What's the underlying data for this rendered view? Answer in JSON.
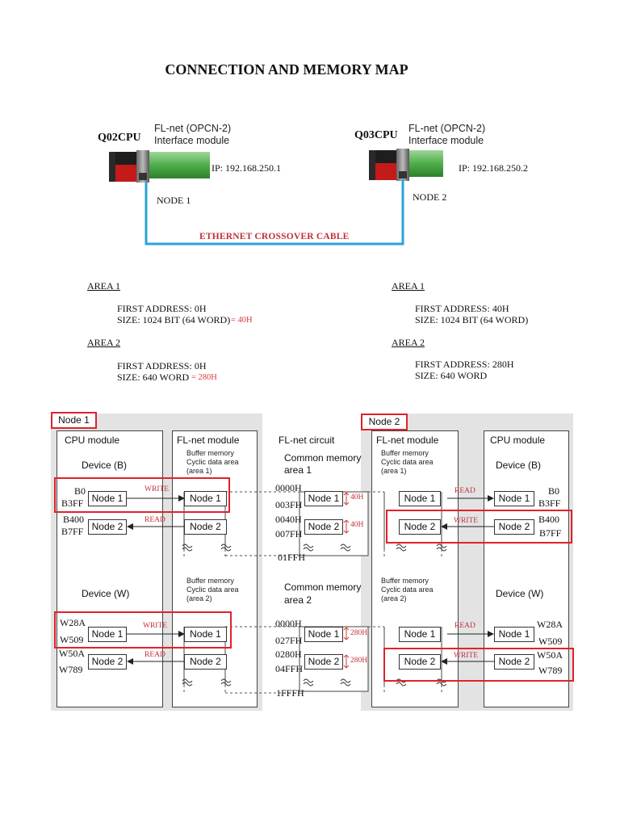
{
  "title": "CONNECTION AND MEMORY MAP",
  "top": {
    "left": {
      "cpu": "Q02CPU",
      "module_line1": "FL-net (OPCN-2)",
      "module_line2": "Interface module",
      "ip": "IP: 192.168.250.1",
      "node": "NODE 1"
    },
    "right": {
      "cpu": "Q03CPU",
      "module_line1": "FL-net (OPCN-2)",
      "module_line2": "Interface module",
      "ip": "IP: 192.168.250.2",
      "node": "NODE 2"
    },
    "cable": "ETHERNET CROSSOVER CABLE"
  },
  "areas": {
    "left": {
      "area1_title": "AREA 1",
      "area1_first": "FIRST ADDRESS: 0H",
      "area1_size": "SIZE: 1024 BIT (64 WORD)",
      "area1_note": "= 40H",
      "area2_title": "AREA 2",
      "area2_first": "FIRST ADDRESS: 0H",
      "area2_size": "SIZE: 640 WORD",
      "area2_note": "= 280H"
    },
    "right": {
      "area1_title": "AREA 1",
      "area1_first": "FIRST ADDRESS: 40H",
      "area1_size": "SIZE: 1024 BIT (64 WORD)",
      "area2_title": "AREA 2",
      "area2_first": "FIRST ADDRESS: 280H",
      "area2_size": "SIZE: 640 WORD"
    }
  },
  "diagram": {
    "node1_tag": "Node 1",
    "node2_tag": "Node 2",
    "cpu_module": "CPU module",
    "flnet_module": "FL-net module",
    "flnet_circuit": "FL-net circuit",
    "buffer_memory": "Buffer memory",
    "cyclic_data_area": "Cyclic data area",
    "area1_paren": "(area 1)",
    "area2_paren": "(area 2)",
    "common_memory": "Common memory",
    "area1": "area 1",
    "area2": "area 2",
    "device_b": "Device (B)",
    "device_w": "Device (W)",
    "node_1": "Node 1",
    "node_2": "Node 2",
    "write": "WRITE",
    "read": "READ",
    "size_40h": "40H",
    "size_280h": "280H",
    "addr_left": {
      "b0": "B0",
      "b3ff": "B3FF",
      "b400": "B400",
      "b7ff": "B7FF",
      "w28a": "W28A",
      "w509": "W509",
      "w50a": "W50A",
      "w789": "W789"
    },
    "addr_right": {
      "b0": "B0",
      "b3ff": "B3FF",
      "b400": "B400",
      "b7ff": "B7FF",
      "w28a": "W28A",
      "w509": "W509",
      "w50a": "W50A",
      "w789": "W789"
    },
    "common_addr": {
      "a0000": "0000H",
      "a003f": "003FH",
      "a0040": "0040H",
      "a007f": "007FH",
      "a01ff": "01FFH",
      "b0000": "0000H",
      "b027f": "027FH",
      "b0280": "0280H",
      "b04ff": "04FFH",
      "b1fff": "1FFFH"
    }
  }
}
